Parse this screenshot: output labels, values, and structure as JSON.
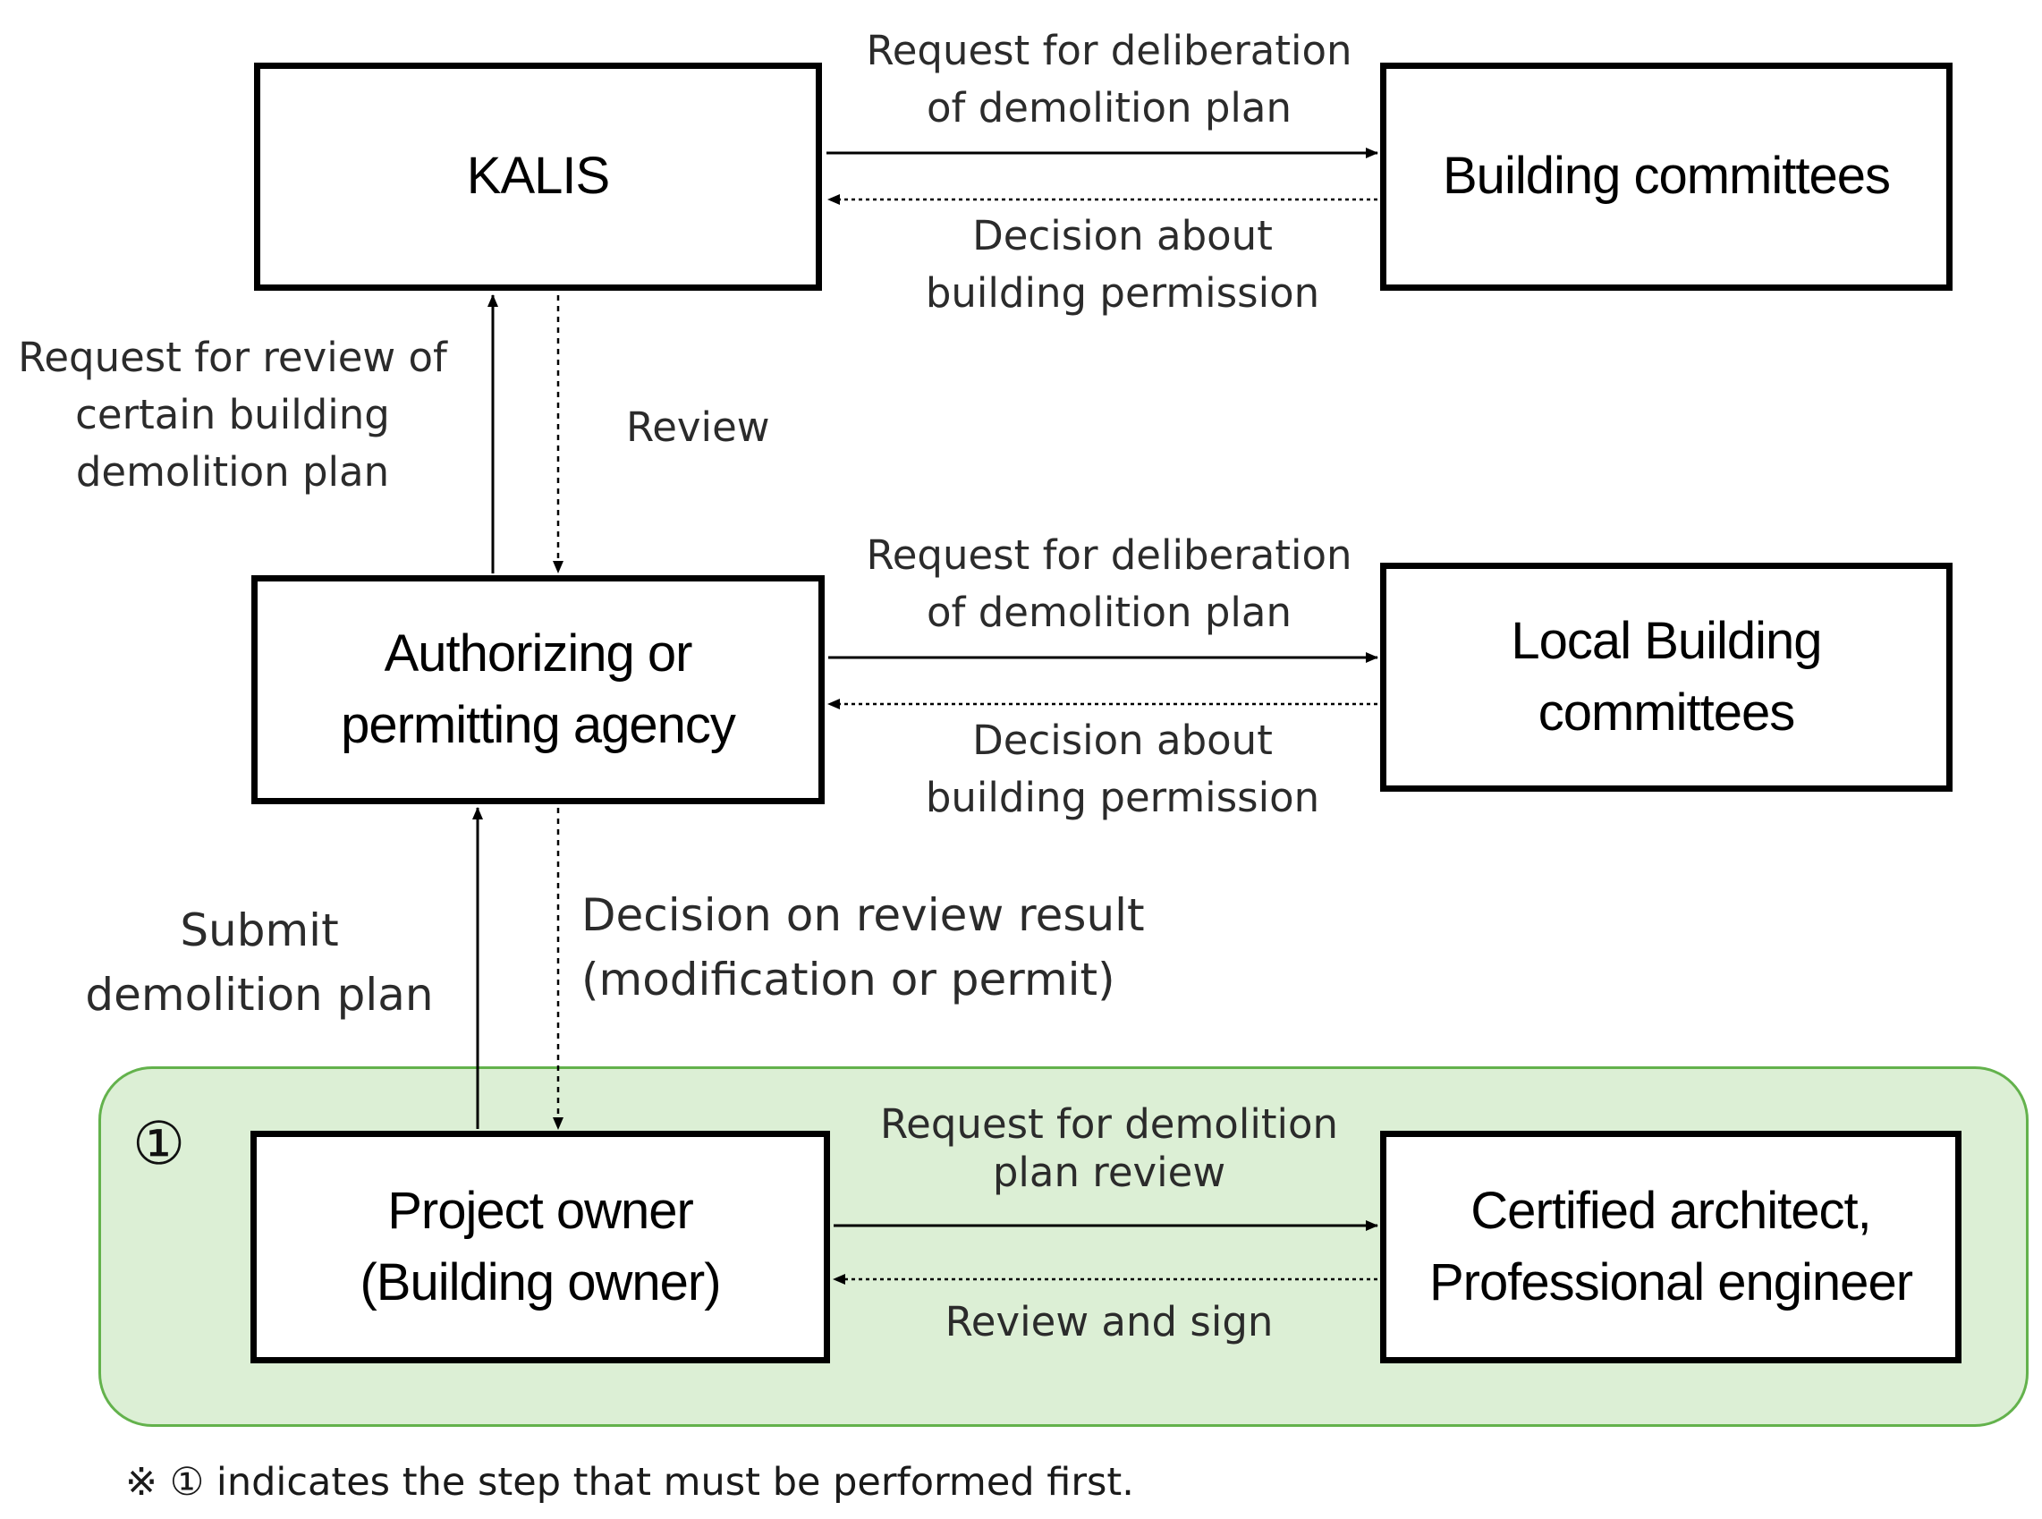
{
  "nodes": {
    "kalis": "KALIS",
    "building_committees": "Building committees",
    "authorizing_agency": "Authorizing or\npermitting agency",
    "local_building_committees": "Local Building\ncommittees",
    "project_owner": "Project owner\n(Building owner)",
    "certified_architect": "Certified architect,\nProfessional engineer"
  },
  "edges": {
    "kalis_to_committees": "Request for deliberation\nof demolition plan",
    "committees_to_kalis": "Decision about\nbuilding permission",
    "agency_to_kalis": "Request for review of\ncertain building\ndemolition plan",
    "kalis_to_agency": "Review",
    "agency_to_local": "Request for deliberation\nof demolition plan",
    "local_to_agency": "Decision about\nbuilding permission",
    "owner_to_agency": "Submit\ndemolition plan",
    "agency_to_owner": "Decision on review result\n(modification or permit)",
    "owner_to_architect": "Request for demolition\nplan review",
    "architect_to_owner": "Review and sign"
  },
  "highlight": {
    "step_marker": "①"
  },
  "footnote": "※ ① indicates the step that must be performed first.",
  "colors": {
    "highlight_fill": "#dcefd5",
    "highlight_border": "#63b24c",
    "box_border": "#000000"
  }
}
